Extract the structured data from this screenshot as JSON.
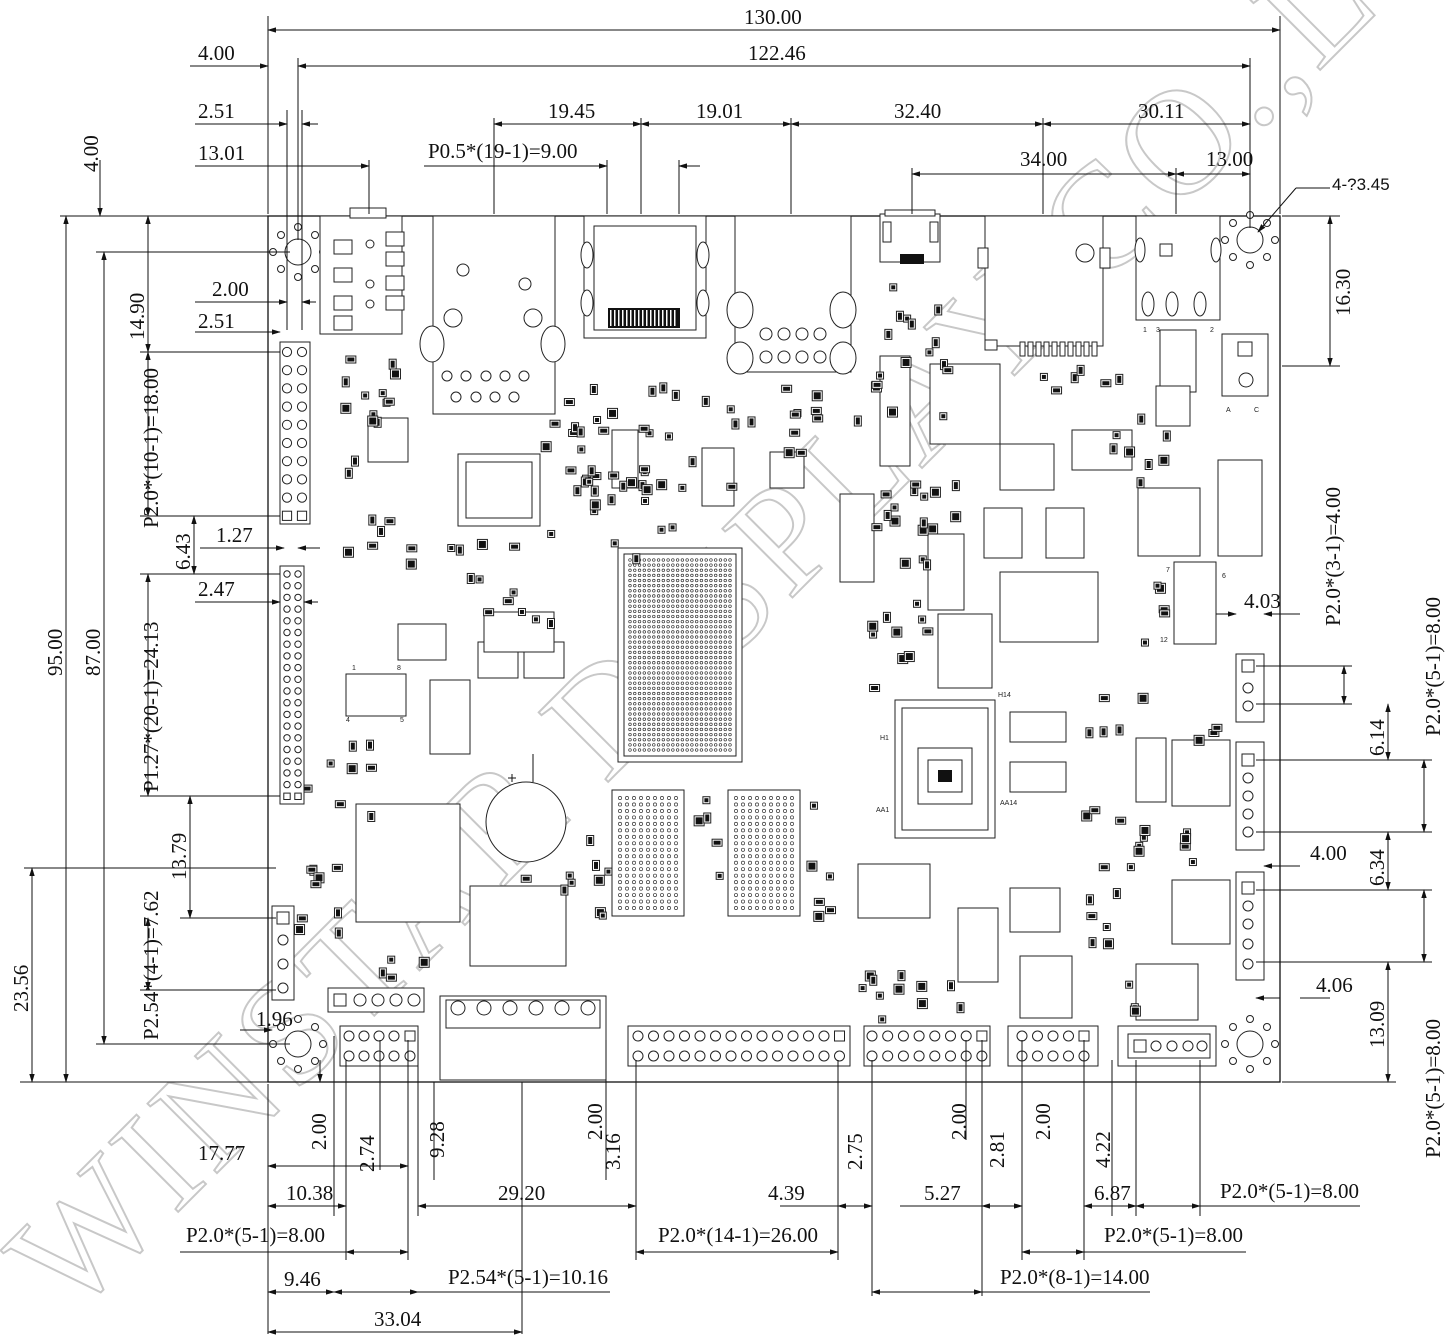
{
  "watermark": "WINSTAR DISPLAY CO.,LTD",
  "top_dims": {
    "overall": "130.00",
    "hole_span": "122.46",
    "left_4": "4.00",
    "left_251": "2.51",
    "left_1301": "13.01",
    "d1945": "19.45",
    "d1901": "19.01",
    "d3240": "32.40",
    "d3011": "30.11",
    "pitch_p05": "P0.5*(19-1)=9.00",
    "d3400": "34.00",
    "d1300": "13.00",
    "holes": "4-?3.45",
    "top_400": "4.00"
  },
  "left_dims": {
    "h9500": "95.00",
    "h8700": "87.00",
    "h1490": "14.90",
    "h200": "2.00",
    "h251": "2.51",
    "p20_10": "P2.0*(10-1)=18.00",
    "h643": "6.43",
    "h127": "1.27",
    "h247": "2.47",
    "p127_20": "P1.27*(20-1)=24.13",
    "h1379": "13.79",
    "h2356": "23.56",
    "p254_4": "P2.54*(4-1)=7.62",
    "h196": "1.96"
  },
  "right_dims": {
    "h1630": "16.30",
    "p20_3": "P2.0*(3-1)=4.00",
    "p20_5a": "P2.0*(5-1)=8.00",
    "h403": "4.03",
    "h614": "6.14",
    "h400": "4.00",
    "h634": "6.34",
    "h406": "4.06",
    "h1309": "13.09",
    "p20_5b": "P2.0*(5-1)=8.00"
  },
  "bottom_dims": {
    "v200a": "2.00",
    "v274": "2.74",
    "v928": "9.28",
    "v200b": "2.00",
    "v316": "3.16",
    "v275": "2.75",
    "v200c": "2.00",
    "v281": "2.81",
    "v200d": "2.00",
    "v422": "4.22",
    "h1777": "17.77",
    "h1038": "10.38",
    "h2920": "29.20",
    "h439": "4.39",
    "h527": "5.27",
    "h687": "6.87",
    "p20_5_r1": "P2.0*(5-1)=8.00",
    "p20_5_l": "P2.0*(5-1)=8.00",
    "p20_14": "P2.0*(14-1)=26.00",
    "p20_5_r2": "P2.0*(5-1)=8.00",
    "h946": "9.46",
    "p254_5": "P2.54*(5-1)=10.16",
    "p20_8": "P2.0*(8-1)=14.00",
    "h3304": "33.04"
  },
  "chip_labels": {
    "h14": "H14",
    "h1": "H1",
    "aa1": "AA1",
    "aa14": "AA14",
    "pin1": "1",
    "pin3": "3",
    "pin2": "2",
    "pin4": "4",
    "pin5": "5",
    "pin8": "8",
    "pin6": "6",
    "pin12": "12",
    "pin7": "7",
    "diode_a": "A",
    "diode_c": "C"
  }
}
